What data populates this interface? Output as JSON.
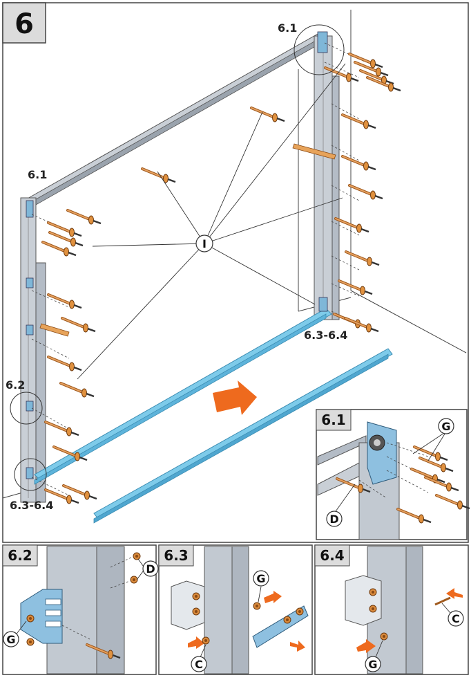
{
  "step": {
    "number": "6"
  },
  "main": {
    "labels": {
      "top_right": "6.1",
      "top_left": "6.1",
      "left_mid": "6.2",
      "left_bottom": "6.3-6.4",
      "right_bottom": "6.3-6.4",
      "center_part": "I"
    }
  },
  "insets": {
    "detail_61": {
      "title": "6.1",
      "callouts": {
        "g": "G",
        "d": "D"
      }
    },
    "detail_62": {
      "title": "6.2",
      "callouts": {
        "d": "D",
        "g": "G"
      }
    },
    "detail_63": {
      "title": "6.3",
      "callouts": {
        "g": "G",
        "c": "C"
      }
    },
    "detail_64": {
      "title": "6.4",
      "callouts": {
        "g": "G",
        "c": "C"
      }
    }
  },
  "colors": {
    "rail_blue": "#7ecbea",
    "arrow_orange": "#ee6a1e",
    "frame_grey": "#c9cfd6",
    "screw_orange": "#d98a3c"
  }
}
